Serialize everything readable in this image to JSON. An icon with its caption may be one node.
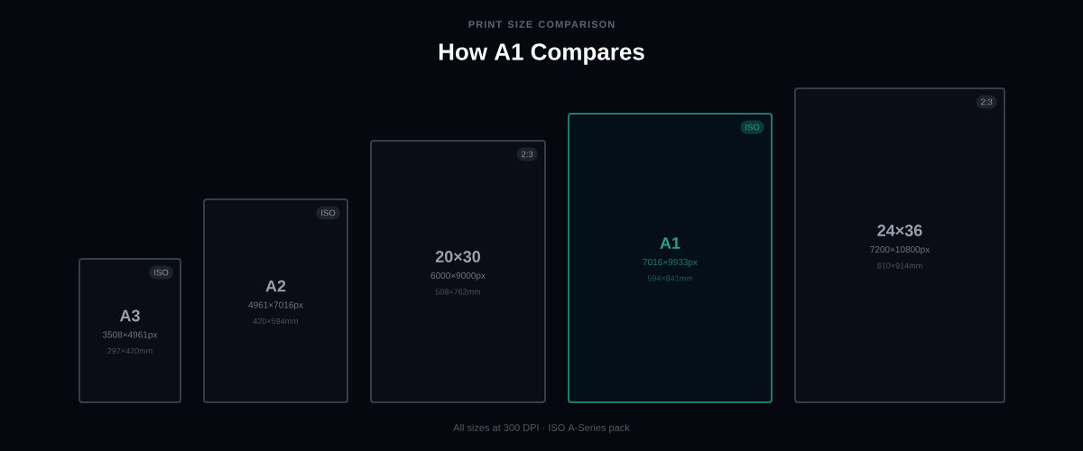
{
  "diagram": {
    "title": "How A1 Compares",
    "caption": "All sizes at 300 DPI · ISO A-Series pack",
    "nodes": [
      {
        "text": [
          "A3",
          "3508×4961px",
          "297×420mm"
        ]
      },
      {
        "text": [
          "ISO"
        ],
        "in": 0
      },
      {
        "text": [
          "A2",
          "4961×7016px",
          "420×594mm"
        ]
      },
      {
        "text": [
          "ISO"
        ],
        "in": 2
      },
      {
        "text": [
          "20×30",
          "6000×9000px",
          "508×762mm"
        ]
      },
      {
        "text": [
          "2:3"
        ],
        "in": 4
      },
      {
        "text": [
          "A1",
          "7016×9933px",
          "594×841mm"
        ]
      },
      {
        "text": [
          "ISO"
        ],
        "in": 6
      },
      {
        "text": [
          "24×36",
          "7200×10800px",
          "610×914mm"
        ]
      },
      {
        "text": [
          "2:3"
        ],
        "in": 8
      }
    ],
    "labels": [
      "PRINT SIZE COMPARISON"
    ]
  }
}
